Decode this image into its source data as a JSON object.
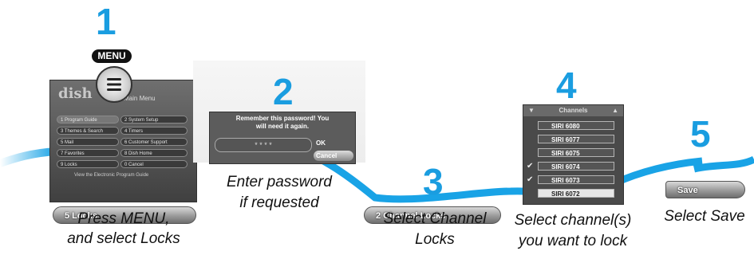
{
  "steps": [
    {
      "number": "1",
      "badge": "MENU",
      "button": "5 Locks",
      "caption_line1": "Press MENU,",
      "caption_line2": "and select Locks"
    },
    {
      "number": "2",
      "dialog_message_line1": "Remember this password!  You",
      "dialog_message_line2": "will need it again.",
      "password_mask": "*   *   *   *",
      "ok_label": "OK",
      "cancel_label": "Cancel",
      "caption_line1": "Enter password",
      "caption_line2": "if requested"
    },
    {
      "number": "3",
      "button": "2 Channel Locks",
      "caption_line1": "Select Channel",
      "caption_line2": "Locks"
    },
    {
      "number": "4",
      "list_header": "Channels",
      "channels": [
        {
          "label": "SIRI  6080",
          "checked": false
        },
        {
          "label": "SIRI  6077",
          "checked": false
        },
        {
          "label": "SIRI  6075",
          "checked": false
        },
        {
          "label": "SIRI  6074",
          "checked": true
        },
        {
          "label": "SIRI  6073",
          "checked": true
        },
        {
          "label": "SIRI  6072",
          "checked": false
        }
      ],
      "caption_line1": "Select channel(s)",
      "caption_line2": "you want to lock"
    },
    {
      "number": "5",
      "button": "Save",
      "caption_line1": "Select Save"
    }
  ],
  "menu_screen": {
    "logo": "dish",
    "title": "Main Menu",
    "items_left": [
      "1 Program Guide",
      "3 Themes & Search",
      "5 Mail",
      "7 Favorites",
      "9 Locks"
    ],
    "items_right": [
      "2 System Setup",
      "4 Timers",
      "6 Customer Support",
      "8 Dish Home",
      "0 Cancel"
    ],
    "footer": "View the Electronic Program Guide"
  },
  "colors": {
    "accent": "#1a9de0",
    "ribbon": "#19a3e6"
  }
}
